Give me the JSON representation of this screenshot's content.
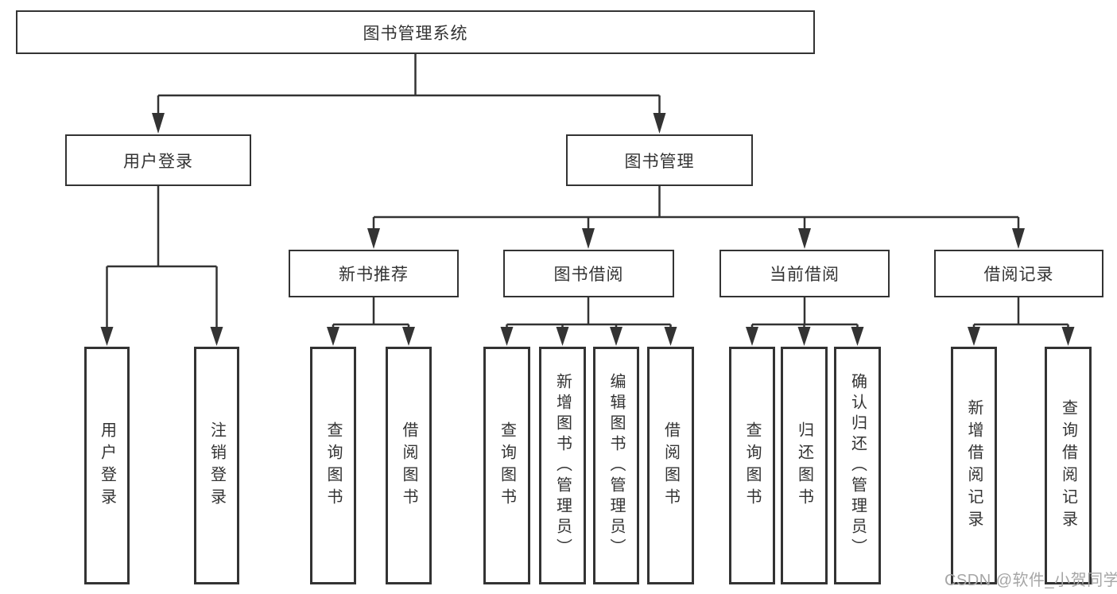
{
  "colors": {
    "line": "#333333",
    "text": "#333333",
    "watermark": "#a6a6a6",
    "background": "#ffffff"
  },
  "watermark": "CSDN @软件_小贺同学",
  "tree": {
    "label": "图书管理系统",
    "children": [
      {
        "label": "用户登录",
        "children": [
          {
            "label": "用户登录"
          },
          {
            "label": "注销登录"
          }
        ]
      },
      {
        "label": "图书管理",
        "children": [
          {
            "label": "新书推荐",
            "children": [
              {
                "label": "查询图书"
              },
              {
                "label": "借阅图书"
              }
            ]
          },
          {
            "label": "图书借阅",
            "children": [
              {
                "label": "查询图书"
              },
              {
                "label": "新增图书（管理员）"
              },
              {
                "label": "编辑图书（管理员）"
              },
              {
                "label": "借阅图书"
              }
            ]
          },
          {
            "label": "当前借阅",
            "children": [
              {
                "label": "查询图书"
              },
              {
                "label": "归还图书"
              },
              {
                "label": "确认归还（管理员）"
              }
            ]
          },
          {
            "label": "借阅记录",
            "children": [
              {
                "label": "新增借阅记录"
              },
              {
                "label": "查询借阅记录"
              }
            ]
          }
        ]
      }
    ]
  }
}
